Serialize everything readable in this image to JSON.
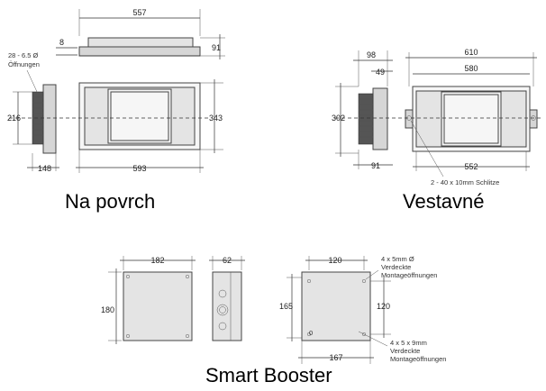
{
  "surface": {
    "caption": "Na povrch",
    "dim_width": "557",
    "dim_8": "8",
    "dim_91": "91",
    "dim_holes": "28 - 6.5 Ø",
    "dim_holes_label": "Öffnungen",
    "dim_216": "216",
    "dim_343": "343",
    "dim_148": "148",
    "dim_593": "593"
  },
  "recessed": {
    "caption": "Vestavné",
    "dim_98": "98",
    "dim_49": "49",
    "dim_610": "610",
    "dim_580": "580",
    "dim_302": "302",
    "dim_91": "91",
    "dim_552": "552",
    "dim_slots": "2 - 40 x 10mm Schlitze"
  },
  "booster": {
    "caption": "Smart Booster",
    "dim_182": "182",
    "dim_180": "180",
    "dim_62": "62",
    "dim_120_top": "120",
    "dim_165": "165",
    "dim_120_right": "120",
    "dim_167": "167",
    "note1_a": "4 x 5mm Ø",
    "note1_b": "Verdeckte",
    "note1_c": "Montageöffnungen",
    "note2_a": "4 x 5 x 9mm",
    "note2_b": "Verdeckte",
    "note2_c": "Montageöffnungen",
    "mark_0": "0"
  }
}
